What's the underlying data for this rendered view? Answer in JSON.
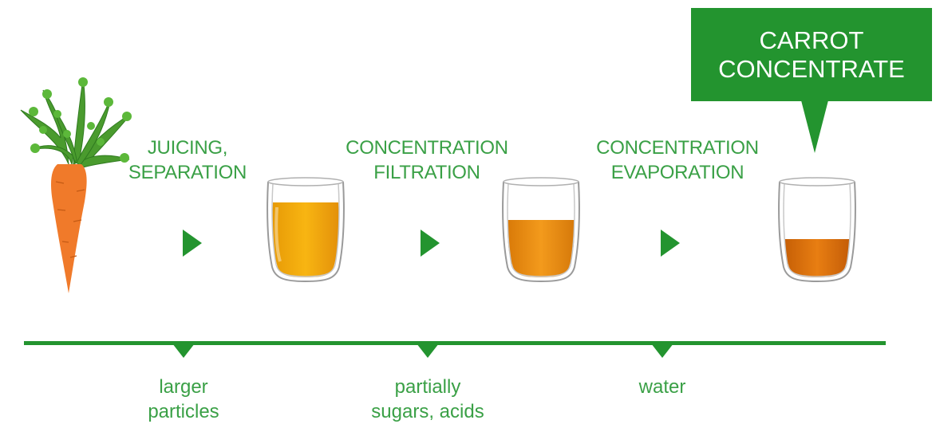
{
  "steps": [
    {
      "line1": "JUICING,",
      "line2": "SEPARATION"
    },
    {
      "line1": "CONCENTRATION",
      "line2": "FILTRATION"
    },
    {
      "line1": "CONCENTRATION",
      "line2": "EVAPORATION"
    }
  ],
  "callout": {
    "line1": "CARROT",
    "line2": "CONCENTRATE"
  },
  "removed": [
    {
      "line1": "larger",
      "line2": "particles"
    },
    {
      "line1": "partially",
      "line2": "sugars, acids"
    },
    {
      "line1": "water",
      "line2": ""
    }
  ],
  "colors": {
    "brand_green": "#23942f",
    "label_green": "#3aa046",
    "carrot_orange": "#f07a2a",
    "juice_light": "#f6b00e",
    "juice_mid": "#f19416",
    "juice_dark": "#e2740a"
  },
  "glasses": [
    {
      "fill_level": 0.62
    },
    {
      "fill_level": 0.47
    },
    {
      "fill_level": 0.27
    }
  ]
}
